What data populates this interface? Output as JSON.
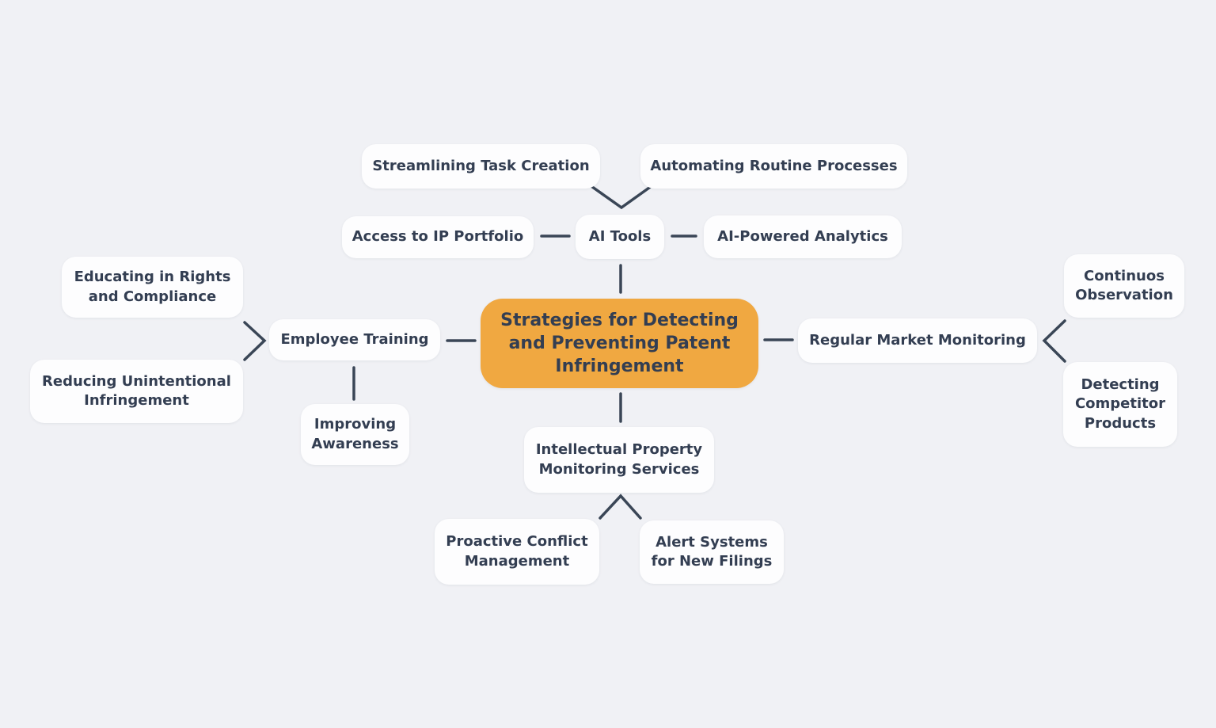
{
  "colors": {
    "background": "#F0F1F5",
    "node_bg": "#FDFDFE",
    "accent": "#F0A841",
    "text": "#333E52",
    "line": "#3A4656"
  },
  "mindmap": {
    "root": {
      "label": "Strategies for Detecting\nand Preventing Patent\nInfringement"
    },
    "branches": [
      {
        "label": "AI Tools",
        "direction": "up",
        "children": [
          {
            "label": "Streamlining Task Creation"
          },
          {
            "label": "Automating Routine Processes"
          },
          {
            "label": "Access to IP Portfolio"
          },
          {
            "label": "AI-Powered Analytics"
          }
        ]
      },
      {
        "label": "Employee Training",
        "direction": "left",
        "children": [
          {
            "label": "Educating in Rights\nand Compliance"
          },
          {
            "label": "Reducing Unintentional\nInfringement"
          },
          {
            "label": "Improving\nAwareness"
          }
        ]
      },
      {
        "label": "Regular Market Monitoring",
        "direction": "right",
        "children": [
          {
            "label": "Continuos\nObservation"
          },
          {
            "label": "Detecting\nCompetitor\nProducts"
          }
        ]
      },
      {
        "label": "Intellectual Property\nMonitoring Services",
        "direction": "down",
        "children": [
          {
            "label": "Proactive Conflict\nManagement"
          },
          {
            "label": "Alert Systems\nfor New Filings"
          }
        ]
      }
    ]
  }
}
